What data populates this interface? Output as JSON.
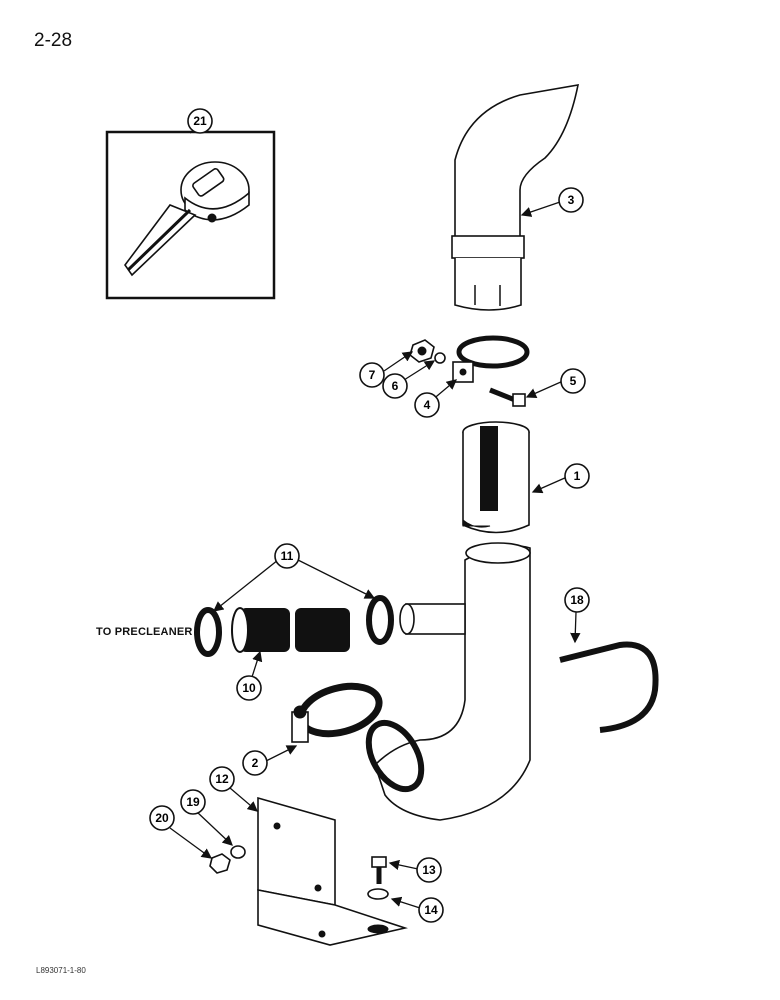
{
  "page": {
    "number": "2-28",
    "figure_code": "L893071-1-80"
  },
  "labels": {
    "to_precleaner": "TO PRECLEANER"
  },
  "callouts": [
    "1",
    "2",
    "3",
    "4",
    "5",
    "6",
    "7",
    "10",
    "11",
    "12",
    "13",
    "14",
    "18",
    "19",
    "20",
    "21"
  ]
}
